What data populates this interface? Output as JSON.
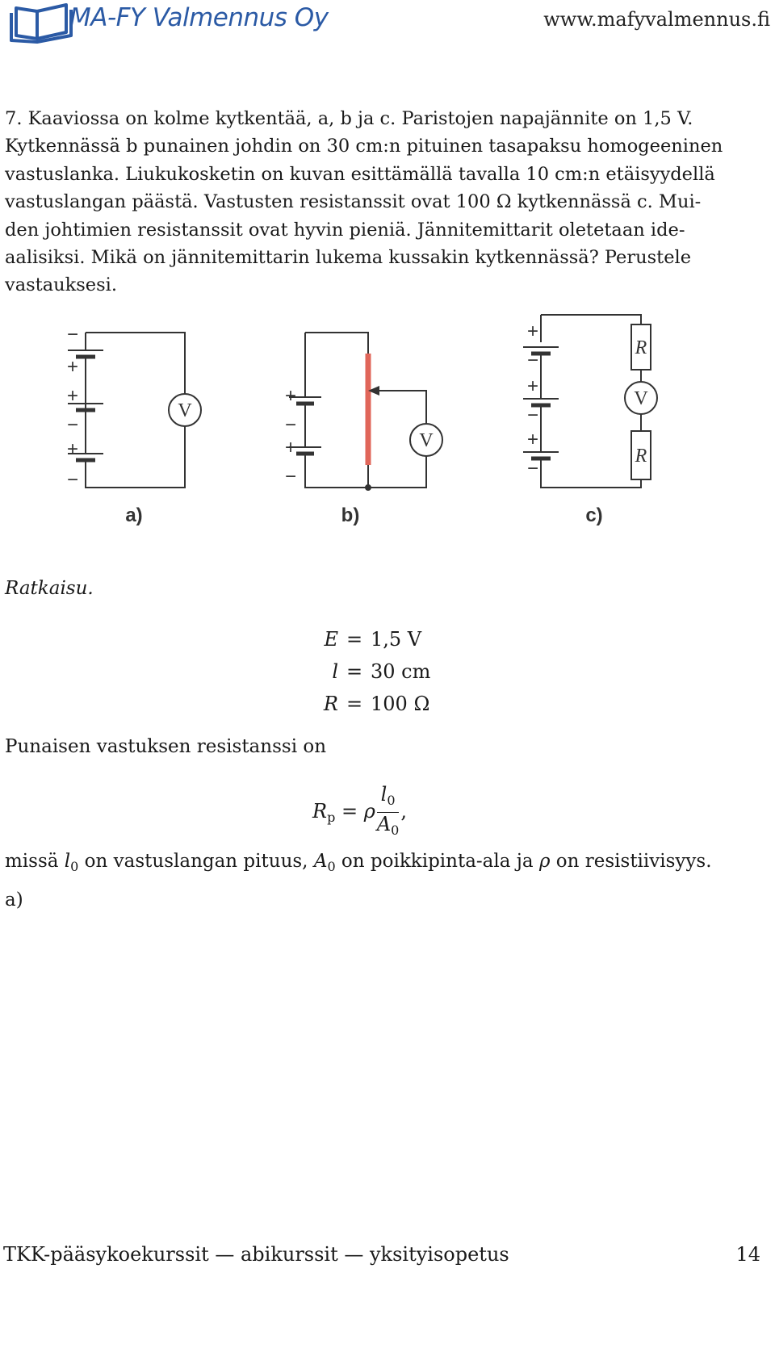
{
  "header": {
    "logo_text": "MA-FY Valmennus Oy",
    "website": "www.mafyvalmennus.fi",
    "logo_color": "#2b5aa5"
  },
  "problem": {
    "lines": [
      "7. Kaaviossa on kolme kytkentää, a, b ja c. Paristojen napajännite on 1,5 V.",
      "Kytkennässä b punainen johdin on 30 cm:n pituinen tasapaksu homogeeninen",
      "vastuslanka. Liukukosketin on kuvan esittämällä tavalla 10 cm:n etäisyydellä",
      "vastuslangan päästä. Vastusten resistanssit ovat 100 Ω kytkennässä c. Mui-",
      "den johtimien resistanssit ovat hyvin pieniä. Jännitemittarit oletetaan ide-",
      "aalisiksi. Mikä on jännitemittarin lukema kussakin kytkennässä? Perustele",
      "vastauksesi."
    ]
  },
  "figure": {
    "labels": {
      "a": "a)",
      "b": "b)",
      "c": "c)"
    },
    "voltmeter_symbol": "V",
    "resistor_symbol": "R",
    "plus": "+",
    "minus": "−",
    "wire_color": "#333333",
    "resistance_wire_color": "#e0665a"
  },
  "solution": {
    "heading": "Ratkaisu.",
    "givens": [
      {
        "lhs": "E",
        "rhs": "1,5 V"
      },
      {
        "lhs": "l",
        "rhs": "30 cm"
      },
      {
        "lhs": "R",
        "rhs": "100 Ω"
      }
    ],
    "equals": "=",
    "intro": "Punaisen vastuksen resistanssi on",
    "formula": {
      "lhs": "R",
      "lhs_sub": "p",
      "rho": "ρ",
      "num": "l",
      "num_sub": "0",
      "den": "A",
      "den_sub": "0",
      "trail": ","
    },
    "where": {
      "t1": "missä ",
      "l": "l",
      "l_sub": "0",
      "t2": " on vastuslangan pituus, ",
      "A": "A",
      "A_sub": "0",
      "t3": " on poikkipinta-ala ja ",
      "rho": "ρ",
      "t4": " on resistiivisyys."
    },
    "part_a": "a)"
  },
  "footer": {
    "left": "TKK-pääsykoekurssit — abikurssit — yksityisopetus",
    "page": "14"
  }
}
